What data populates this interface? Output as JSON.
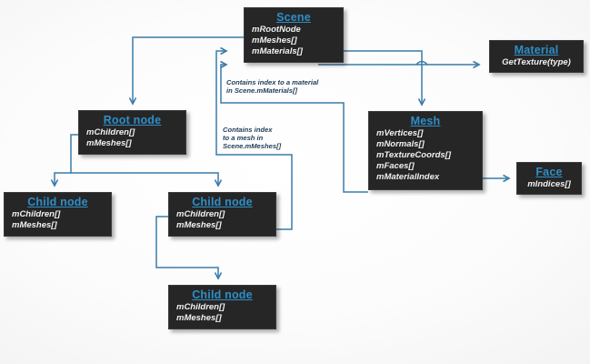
{
  "diagram": {
    "title_color": "#2d8fc9",
    "wire_color": "#3a7ca8",
    "node_bg": "#262626",
    "background": "#ffffff",
    "nodes": [
      {
        "id": "scene",
        "title": "Scene",
        "fields": [
          "mRootNode",
          "mMeshes[]",
          "mMaterials[]"
        ]
      },
      {
        "id": "material",
        "title": "Material",
        "fields": [
          "GetTexture(type)"
        ]
      },
      {
        "id": "root-node",
        "title": "Root node",
        "fields": [
          "mChildren[]",
          "mMeshes[]"
        ]
      },
      {
        "id": "mesh",
        "title": "Mesh",
        "fields": [
          "mVertices[]",
          "mNormals[]",
          "mTextureCoords[]",
          "mFaces[]",
          "mMaterialIndex"
        ]
      },
      {
        "id": "face",
        "title": "Face",
        "fields": [
          "mIndices[]"
        ]
      },
      {
        "id": "child-node-left",
        "title": "Child node",
        "fields": [
          "mChildren[]",
          "mMeshes[]"
        ]
      },
      {
        "id": "child-node-middle",
        "title": "Child node",
        "fields": [
          "mChildren[]",
          "mMeshes[]"
        ]
      },
      {
        "id": "child-node-bottom",
        "title": "Child node",
        "fields": [
          "mChildren[]",
          "mMeshes[]"
        ]
      }
    ],
    "notes": [
      {
        "id": "note-material-index",
        "text": "Contains index to a material\nin Scene.mMaterials[]"
      },
      {
        "id": "note-mesh-index",
        "text": "Contains index\nto a mesh in\nScene.mMeshes[]"
      }
    ]
  }
}
